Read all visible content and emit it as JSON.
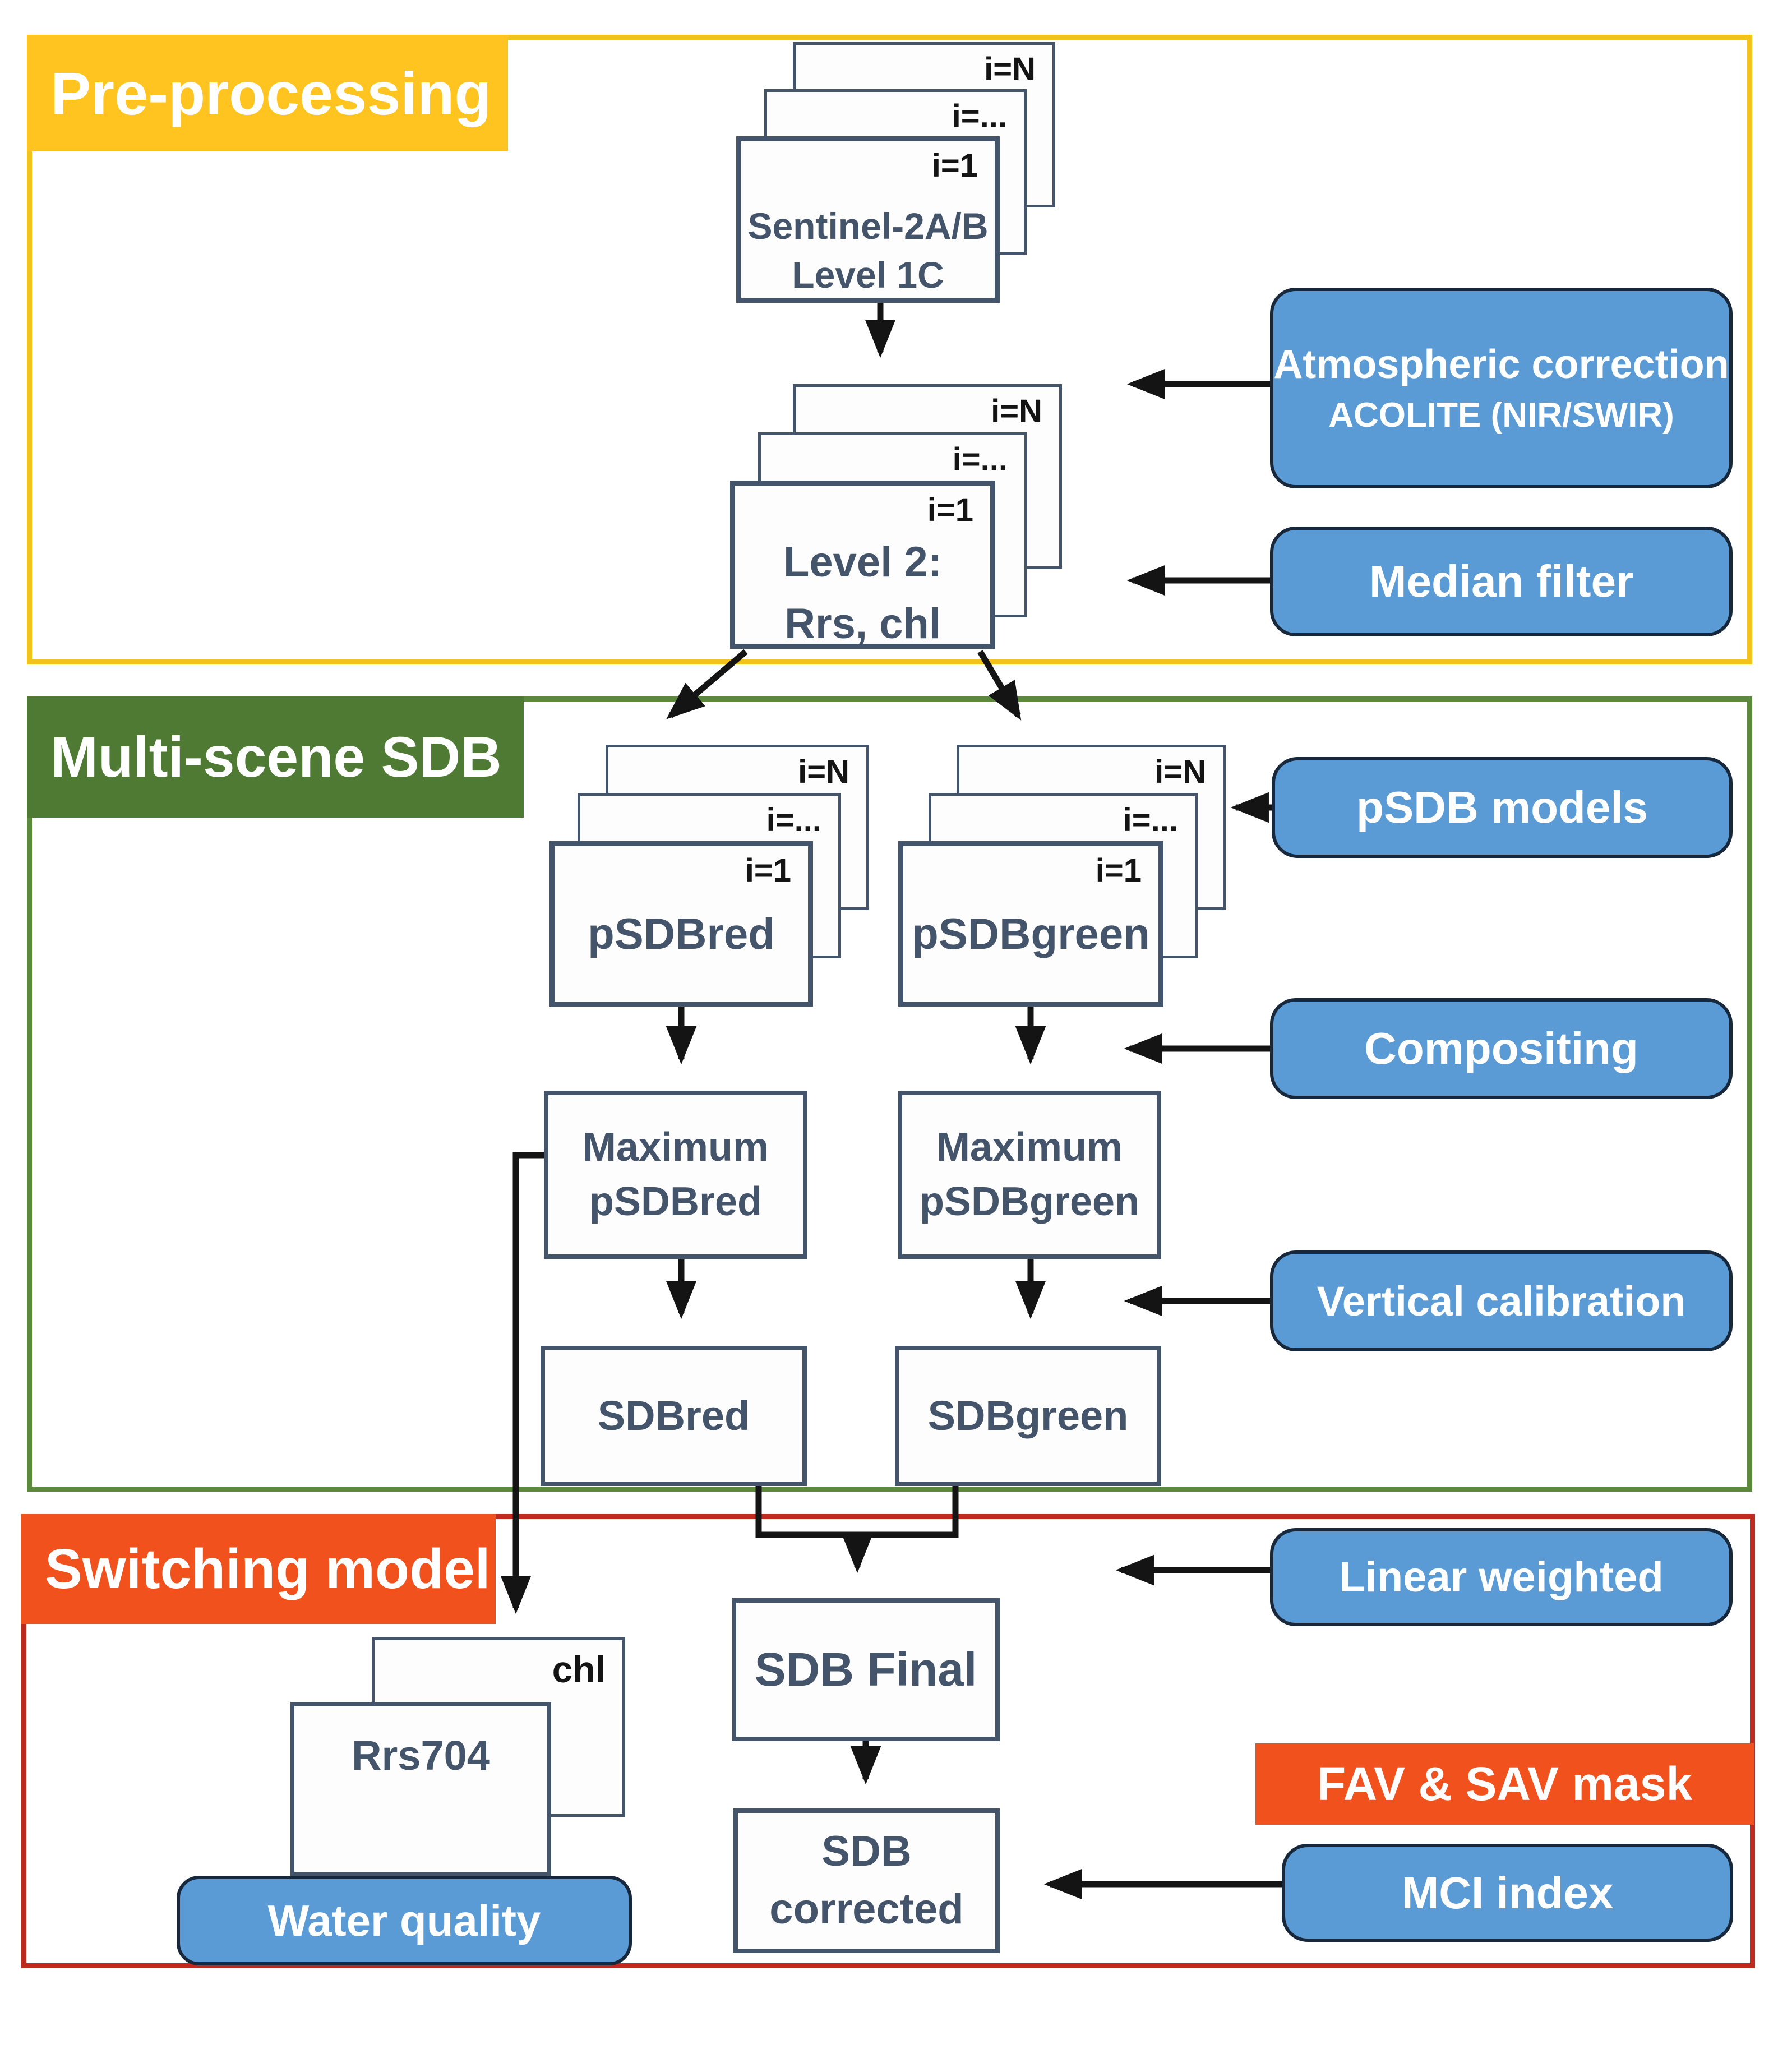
{
  "sections": {
    "preprocessing": {
      "title": "Pre-processing"
    },
    "multiscene": {
      "title": "Multi-scene SDB"
    },
    "switching": {
      "title": "Switching model"
    }
  },
  "stack_labels": {
    "back": "i=N",
    "middle": "i=...",
    "front": "i=1"
  },
  "nodes": {
    "sentinel": {
      "line1": "Sentinel-2A/B",
      "line2": "Level 1C"
    },
    "level2": {
      "line1": "Level 2:",
      "line2": "Rrs, chl"
    },
    "psdb_red": {
      "label": "pSDBred"
    },
    "psdb_green": {
      "label": "pSDBgreen"
    },
    "max_red": {
      "line1": "Maximum",
      "line2": "pSDBred"
    },
    "max_green": {
      "line1": "Maximum",
      "line2": "pSDBgreen"
    },
    "sdb_red": {
      "label": "SDBred"
    },
    "sdb_green": {
      "label": "SDBgreen"
    },
    "sdb_final": {
      "label": "SDB Final"
    },
    "sdb_corrected": {
      "line1": "SDB",
      "line2": "corrected"
    },
    "chl": {
      "label": "chl"
    },
    "rrs704": {
      "label": "Rrs704"
    }
  },
  "process_boxes": {
    "atmospheric": {
      "line1": "Atmospheric correction",
      "line2": "ACOLITE (NIR/SWIR)"
    },
    "median": {
      "label": "Median filter"
    },
    "psdb_models": {
      "label": "pSDB models"
    },
    "compositing": {
      "label": "Compositing"
    },
    "vertical_calibration": {
      "label": "Vertical calibration"
    },
    "linear_weighted": {
      "label": "Linear weighted"
    },
    "fav_sav_mask": {
      "label": "FAV & SAV mask"
    },
    "mci_index": {
      "label": "MCI index"
    },
    "water_quality": {
      "label": "Water quality"
    }
  },
  "colors": {
    "yellow_border": "#F2C31A",
    "yellow_bg": "#FFC420",
    "green_border": "#5C8A3C",
    "green_bg": "#4E7A33",
    "orange": "#F1511D",
    "red_border": "#BE2A1E",
    "blue": "#5B9BD5",
    "blue_border": "#17283C",
    "slate_text": "#44546A",
    "arrow": "#141414"
  }
}
